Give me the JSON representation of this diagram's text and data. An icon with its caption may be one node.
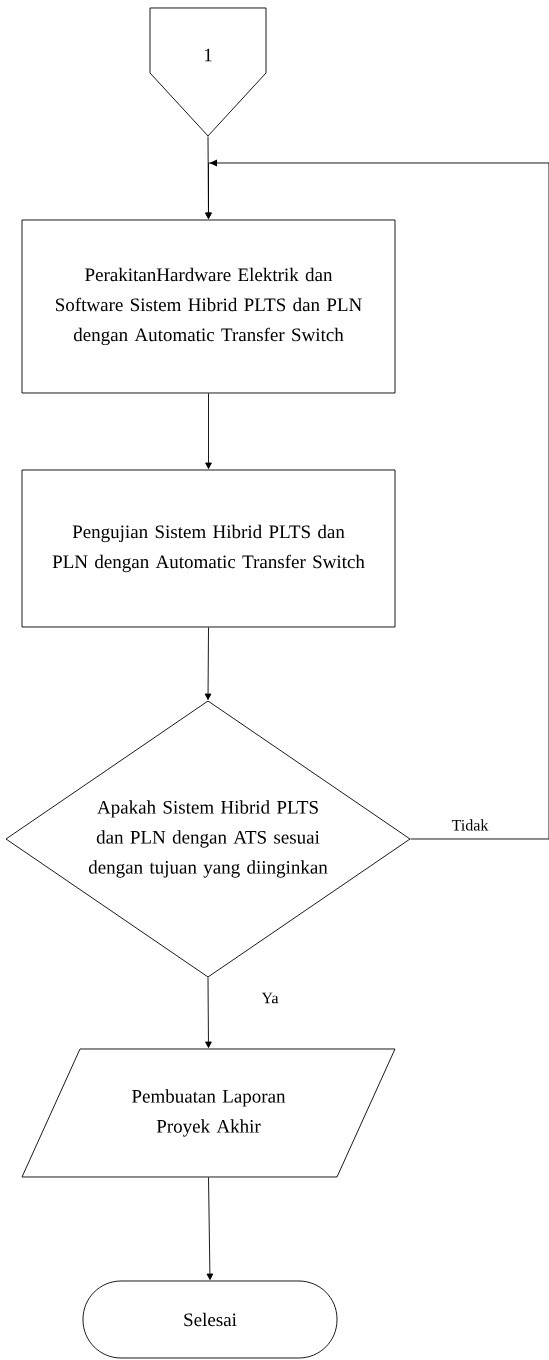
{
  "diagram": {
    "nodes": [
      {
        "text": [
          "1"
        ]
      },
      {
        "text": [
          "PerakitanHardware Elektrik dan Software Sistem Hibrid PLTS dan PLN dengan Automatic Transfer Switch"
        ]
      },
      {
        "text": [
          "Pengujian Sistem Hibrid PLTS dan PLN dengan Automatic Transfer Switch"
        ]
      },
      {
        "text": [
          "Apakah Sistem Hibrid PLTS dan PLN dengan ATS sesuai dengan tujuan yang diinginkan"
        ]
      },
      {
        "text": [
          "Pembuatan Laporan Proyek Akhir"
        ]
      },
      {
        "text": [
          "Selesai"
        ]
      }
    ],
    "edges": [
      {
        "from": 0,
        "to": 1,
        "arrow": "to"
      },
      {
        "from": 1,
        "to": 2,
        "arrow": "to"
      },
      {
        "from": 2,
        "to": 3,
        "arrow": "to"
      },
      {
        "from": 3,
        "to": 1,
        "arrow": "to",
        "label": "Tidak"
      },
      {
        "from": 3,
        "to": 4,
        "arrow": "to",
        "label": "Ya"
      },
      {
        "from": 4,
        "to": 5,
        "arrow": "to"
      }
    ]
  }
}
